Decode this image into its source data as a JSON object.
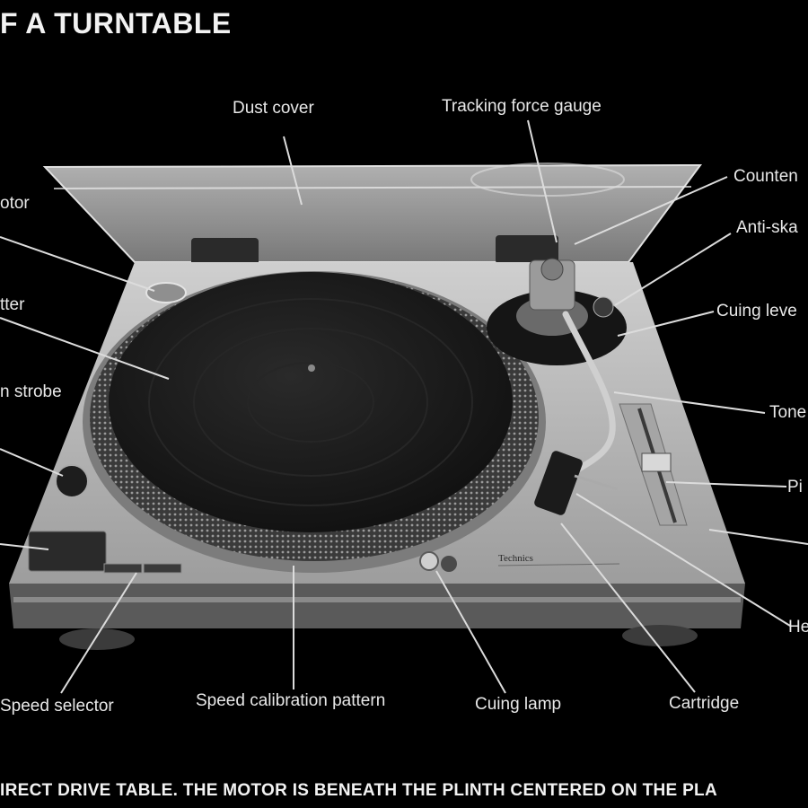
{
  "title": "F A TURNTABLE",
  "footer": "IRECT DRIVE TABLE. THE MOTOR IS BENEATH THE PLINTH CENTERED ON THE PLA",
  "brand_plate": "Technics",
  "labels": {
    "dust_cover": "Dust cover",
    "tracking_force_gauge": "Tracking force gauge",
    "counterweight": "Counten",
    "anti_skate": "Anti-ska",
    "cuing_lever": "Cuing leve",
    "tonearm": "Tone",
    "pitch": "Pi",
    "base": "",
    "headshell": "He",
    "motor": "otor",
    "platter": "tter",
    "strobe": "n strobe",
    "speed_selector": "Speed selector",
    "speed_calibration": "Speed calibration pattern",
    "cuing_lamp": "Cuing lamp",
    "cartridge": "Cartridge"
  },
  "colors": {
    "background": "#000000",
    "label_text": "#e8e8e8",
    "leader_line": "#dcdcdc",
    "plinth": "#b9b9b9",
    "platter": "#1a1a1a"
  }
}
